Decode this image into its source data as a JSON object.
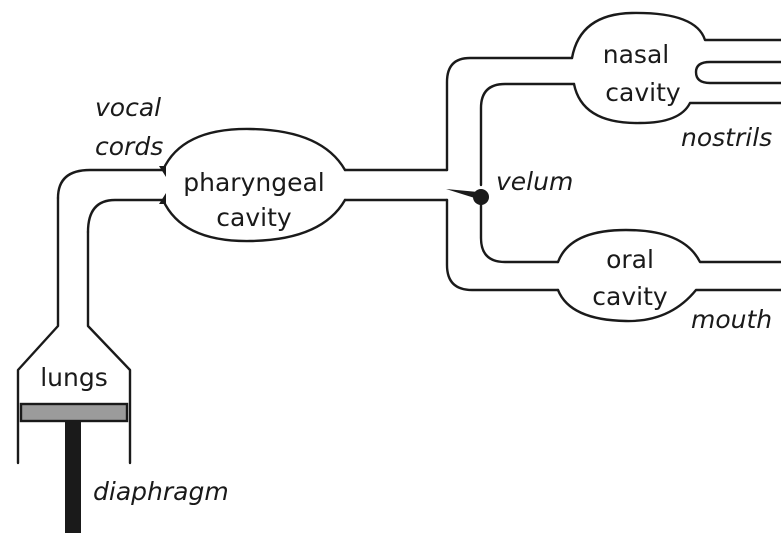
{
  "labels": {
    "vocal_cords_line1": "vocal",
    "vocal_cords_line2": "cords",
    "pharyngeal_line1": "pharyngeal",
    "pharyngeal_line2": "cavity",
    "nasal_line1": "nasal",
    "nasal_line2": "cavity",
    "nostrils": "nostrils",
    "velum": "velum",
    "oral_line1": "oral",
    "oral_line2": "cavity",
    "mouth": "mouth",
    "lungs": "lungs",
    "diaphragm": "diaphragm"
  },
  "colors": {
    "outline": "#1a1a1a",
    "diaphragm_plate": "#9b9b9b",
    "diaphragm_rod": "#1a1a1a"
  }
}
